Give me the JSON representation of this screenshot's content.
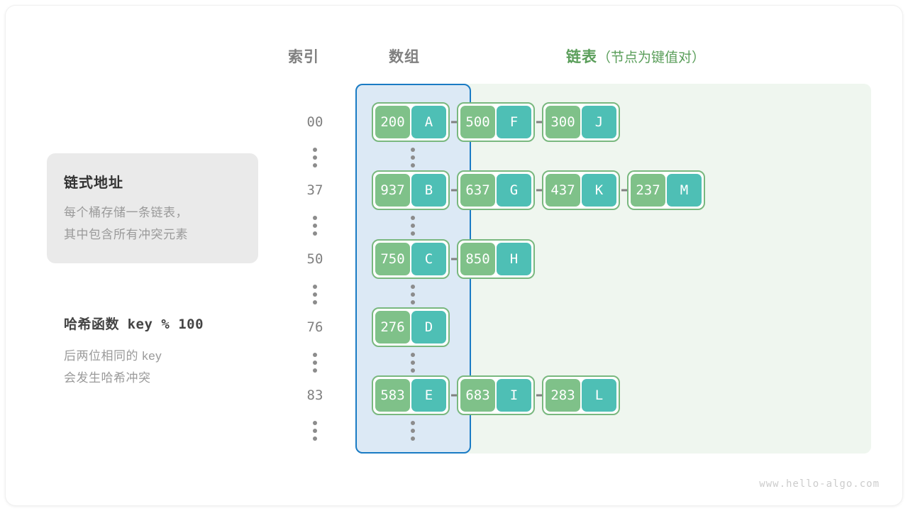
{
  "headers": {
    "index": "索引",
    "array": "数组",
    "list_main": "链表",
    "list_sub": "（节点为键值对）"
  },
  "info_card": {
    "title": "链式地址",
    "line1": "每个桶存储一条链表，",
    "line2": "其中包含所有冲突元素"
  },
  "hash_note": {
    "label": "哈希函数",
    "formula": "key % 100",
    "line1": "后两位相同的 key",
    "line2": "会发生哈希冲突"
  },
  "colors": {
    "key_cell": "#7fc189",
    "value_cell": "#4ebfb5",
    "node_border": "#79b87f",
    "array_panel_bg": "#dce9f5",
    "array_panel_border": "#1a7bc4",
    "list_panel_bg": "#eff6ef",
    "accent_green": "#5a9e5a",
    "arrow": "#808080",
    "index_text": "#808080"
  },
  "watermark": "www.hello-algo.com",
  "buckets": [
    {
      "index": "00",
      "nodes": [
        {
          "key": "200",
          "value": "A"
        },
        {
          "key": "500",
          "value": "F"
        },
        {
          "key": "300",
          "value": "J"
        }
      ]
    },
    {
      "index": "37",
      "nodes": [
        {
          "key": "937",
          "value": "B"
        },
        {
          "key": "637",
          "value": "G"
        },
        {
          "key": "437",
          "value": "K"
        },
        {
          "key": "237",
          "value": "M"
        }
      ]
    },
    {
      "index": "50",
      "nodes": [
        {
          "key": "750",
          "value": "C"
        },
        {
          "key": "850",
          "value": "H"
        }
      ]
    },
    {
      "index": "76",
      "nodes": [
        {
          "key": "276",
          "value": "D"
        }
      ]
    },
    {
      "index": "83",
      "nodes": [
        {
          "key": "583",
          "value": "E"
        },
        {
          "key": "683",
          "value": "I"
        },
        {
          "key": "283",
          "value": "L"
        }
      ]
    }
  ],
  "ellipsis_rows": 6
}
